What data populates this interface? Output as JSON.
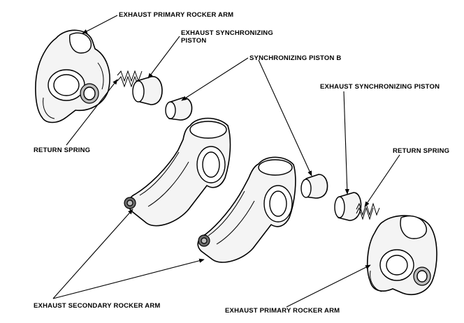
{
  "labels": {
    "exhaust_primary_rocker_arm_top": "EXHAUST PRIMARY ROCKER ARM",
    "exhaust_sync_piston_left_line1": "EXHAUST SYNCHRONIZING",
    "exhaust_sync_piston_left_line2": "PISTON",
    "sync_piston_b": "SYNCHRONIZING PISTON B",
    "exhaust_sync_piston_right": "EXHAUST SYNCHRONIZING PISTON",
    "return_spring_left": "RETURN SPRING",
    "return_spring_right": "RETURN SPRING",
    "exhaust_secondary_rocker_arm": "EXHAUST SECONDARY ROCKER ARM",
    "exhaust_primary_rocker_arm_bottom": "EXHAUST PRIMARY ROCKER ARM"
  }
}
